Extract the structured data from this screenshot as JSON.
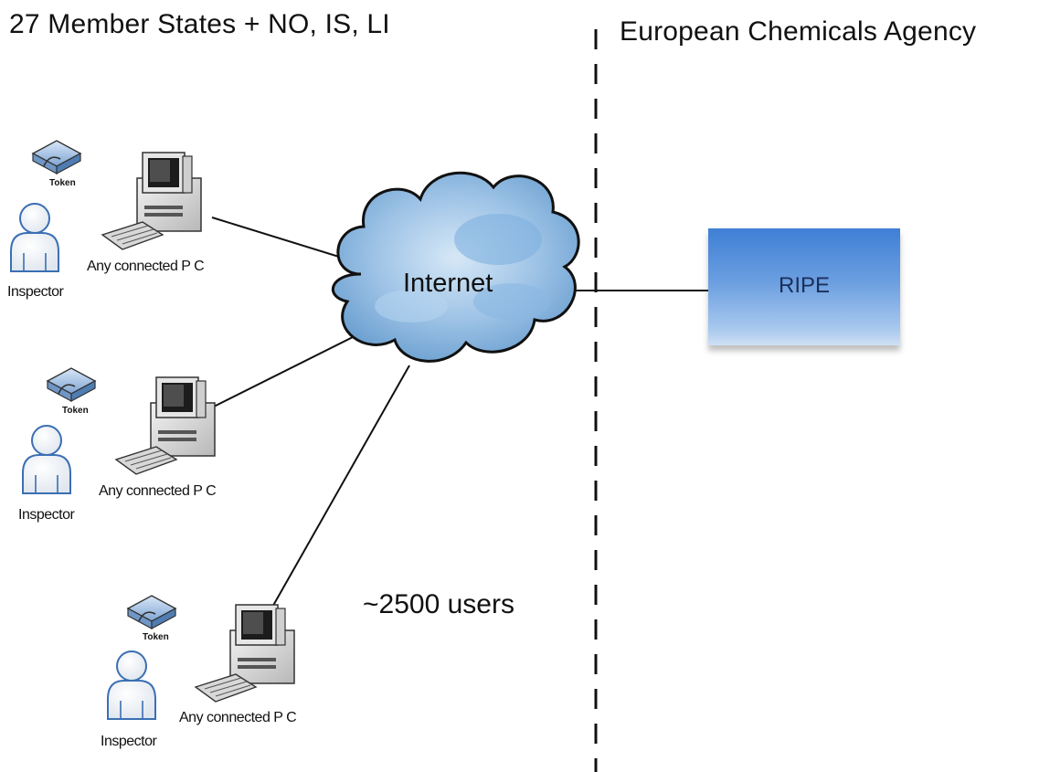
{
  "headings": {
    "left": "27 Member States + NO, IS, LI",
    "right": "European Chemicals Agency"
  },
  "cloud": {
    "label": "Internet"
  },
  "server": {
    "label": "RIPE"
  },
  "users_count": "~2500 users",
  "clients": [
    {
      "token_label": "Token",
      "pc_label": "Any connected P C",
      "person_label": "Inspector"
    },
    {
      "token_label": "Token",
      "pc_label": "Any connected P C",
      "person_label": "Inspector"
    },
    {
      "token_label": "Token",
      "pc_label": "Any connected P C",
      "person_label": "Inspector"
    }
  ],
  "colors": {
    "cloud_fill": "#9ec3e6",
    "server_top": "#3f7fd6",
    "server_bottom": "#cfe0f4",
    "line": "#111111"
  }
}
